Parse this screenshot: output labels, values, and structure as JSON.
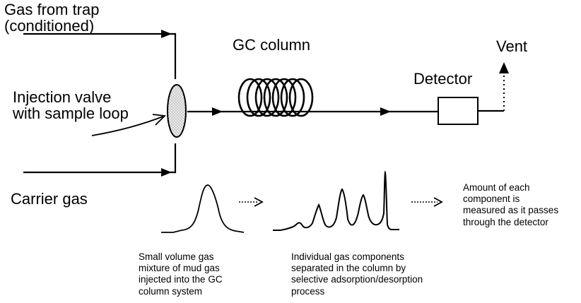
{
  "labels": {
    "gas_from_trap": "Gas from trap\n(conditioned)",
    "gc_column": "GC column",
    "vent": "Vent",
    "detector": "Detector",
    "injection_valve": "Injection valve\nwith sample loop",
    "carrier_gas": "Carrier gas",
    "amount_note": "Amount of each\ncomponent is\nmeasured as it passes\nthrough the detector",
    "small_volume_note": "Small volume gas\nmixture of mud gas\ninjected into the GC\ncolumn system",
    "individual_note": "Individual gas components\nseparated in the column by\nselective adsorption/desorption\nprocess"
  },
  "colors": {
    "line": "#000000",
    "valve_fill": "#d9d9d9",
    "background": "#ffffff"
  }
}
